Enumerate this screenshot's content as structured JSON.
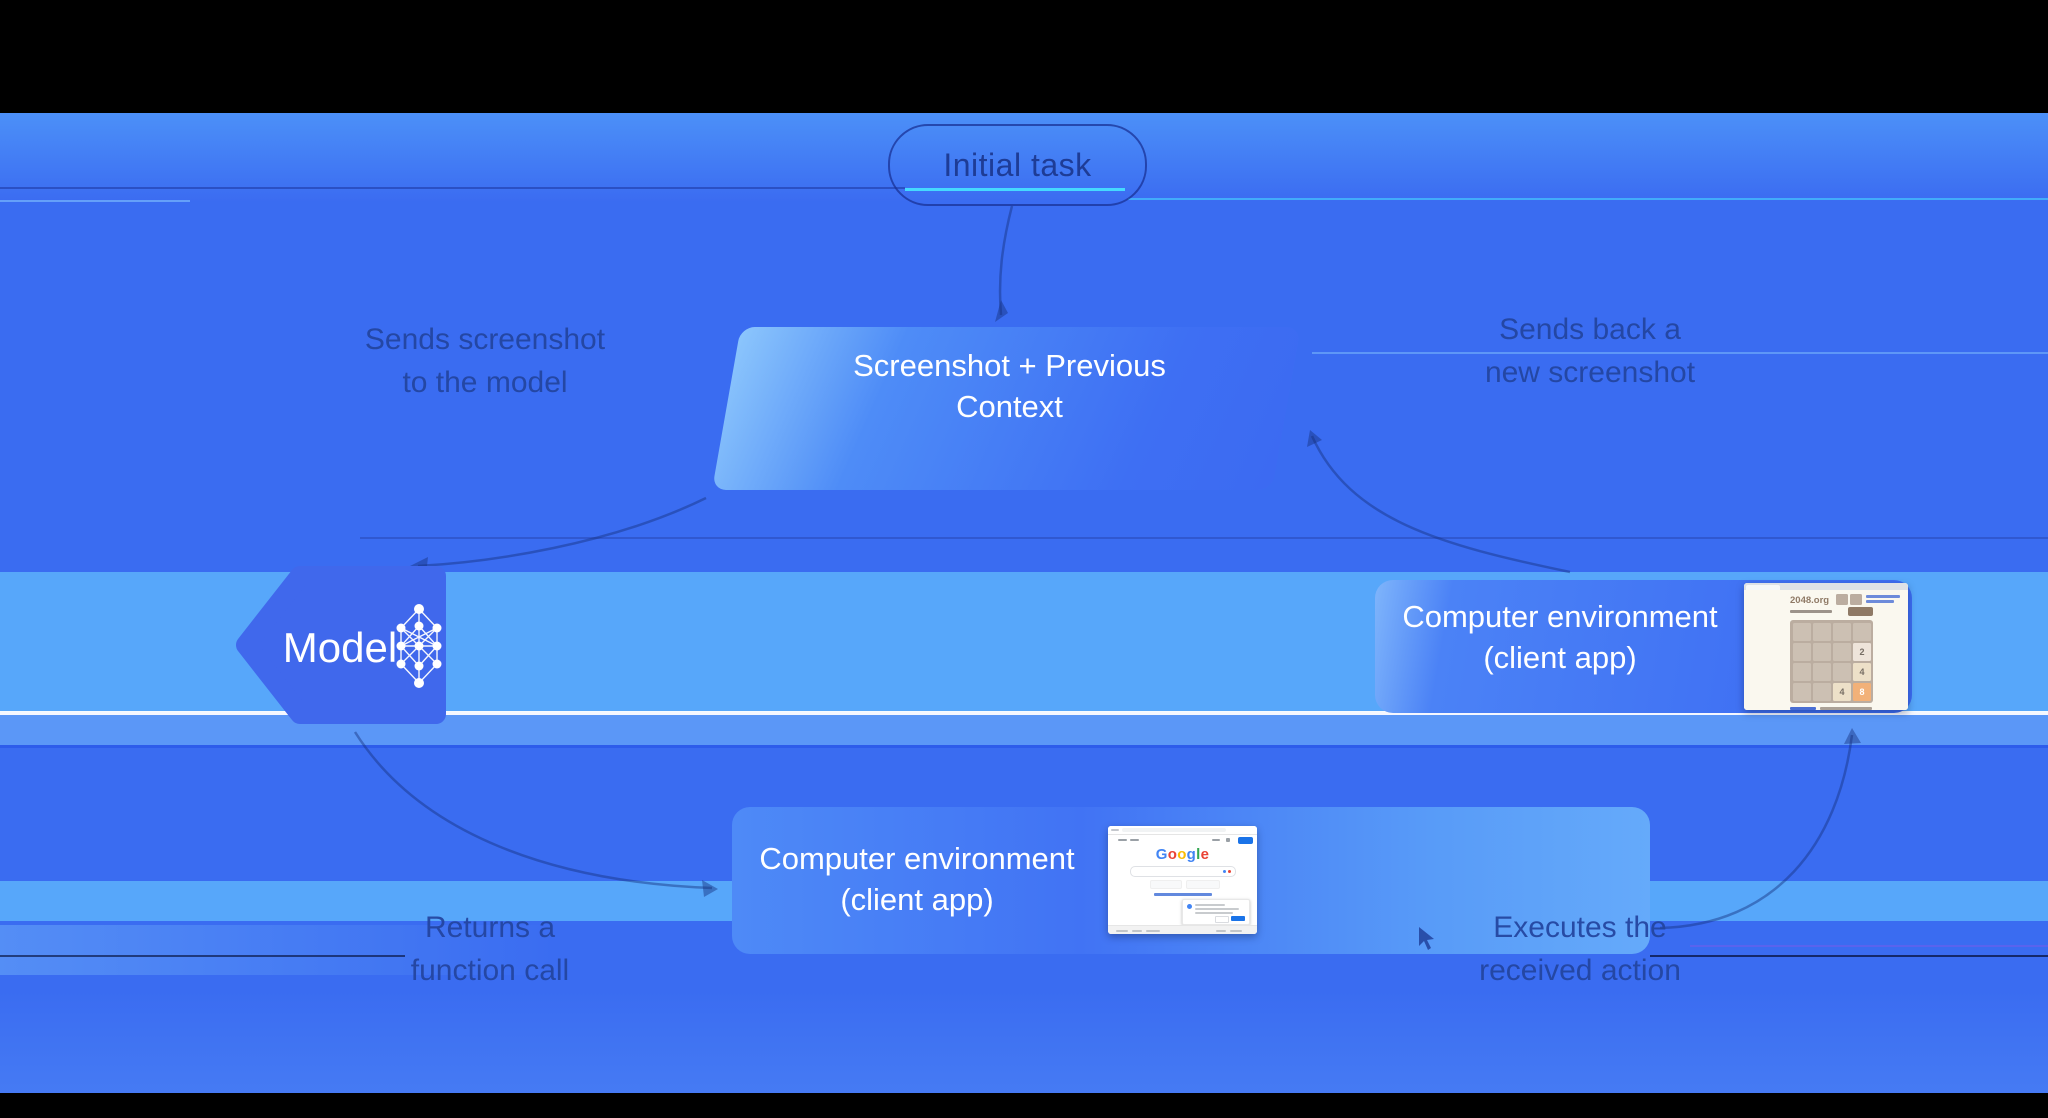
{
  "pill": {
    "label": "Initial task"
  },
  "nodes": {
    "context": {
      "line1": "Screenshot + Previous",
      "line2": "Context"
    },
    "model": {
      "label": "Model",
      "icon": "neural-network-icon"
    },
    "env_right": {
      "line1": "Computer environment",
      "line2": "(client app)"
    },
    "env_bottom": {
      "line1": "Computer environment",
      "line2": "(client app)"
    }
  },
  "edges": {
    "send_to_model": {
      "line1": "Sends screenshot",
      "line2": "to the model"
    },
    "new_screenshot": {
      "line1": "Sends back a",
      "line2": "new screenshot"
    },
    "function_call": {
      "line1": "Returns a",
      "line2": "function call"
    },
    "execute_action": {
      "line1": "Executes the",
      "line2": "received action",
      "icon": "cursor-icon"
    }
  },
  "game_screen": {
    "site": "2048.org",
    "tiles": [
      {
        "pos": "r2c4",
        "value": "2"
      },
      {
        "pos": "r3c4",
        "value": "4"
      },
      {
        "pos": "r4c3",
        "value": "4"
      },
      {
        "pos": "r4c4",
        "value": "8"
      }
    ]
  },
  "google_screen": {
    "logo_letters": [
      "G",
      "o",
      "o",
      "g",
      "l",
      "e"
    ],
    "logo_colors": [
      "#4285F4",
      "#EA4335",
      "#FBBC05",
      "#4285F4",
      "#34A853",
      "#EA4335"
    ]
  },
  "colors": {
    "background": "#3A6CF1",
    "light_band": "#57A7FA",
    "accent_cyan": "#45D9FF",
    "label_navy": "#1E3C96",
    "card_blue": "#4479F5",
    "google_blue": "#1A73E8",
    "game_tan": "#8F7A66",
    "tile_orange": "#F2B179"
  }
}
